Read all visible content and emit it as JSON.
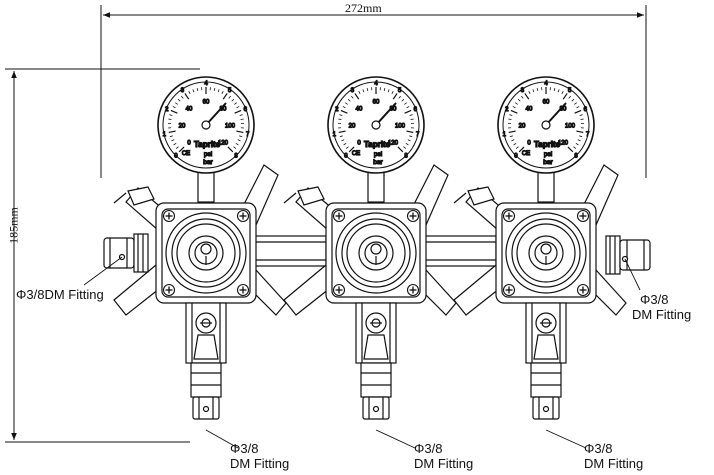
{
  "dimensions": {
    "width_label": "272mm",
    "height_label": "185mm"
  },
  "gauge": {
    "brand": "Taprite",
    "unit_top": "psi",
    "unit_bottom": "bar",
    "ce_mark": "CE",
    "psi_ticks": [
      "0",
      "20",
      "40",
      "60",
      "80",
      "100",
      "120"
    ],
    "bar_ticks": [
      "0",
      "1",
      "2",
      "3",
      "4",
      "5",
      "6",
      "7",
      "8"
    ]
  },
  "callouts": {
    "left_fitting": "Φ3/8DM Fitting",
    "right_fitting_line1": "Φ3/8",
    "right_fitting_line2": "DM Fitting",
    "bottom_fittings": [
      {
        "line1": "Φ3/8",
        "line2": "DM Fitting"
      },
      {
        "line1": "Φ3/8",
        "line2": "DM Fitting"
      },
      {
        "line1": "Φ3/8",
        "line2": "DM Fitting"
      }
    ]
  },
  "colors": {
    "line": "#111111",
    "background": "#ffffff"
  }
}
